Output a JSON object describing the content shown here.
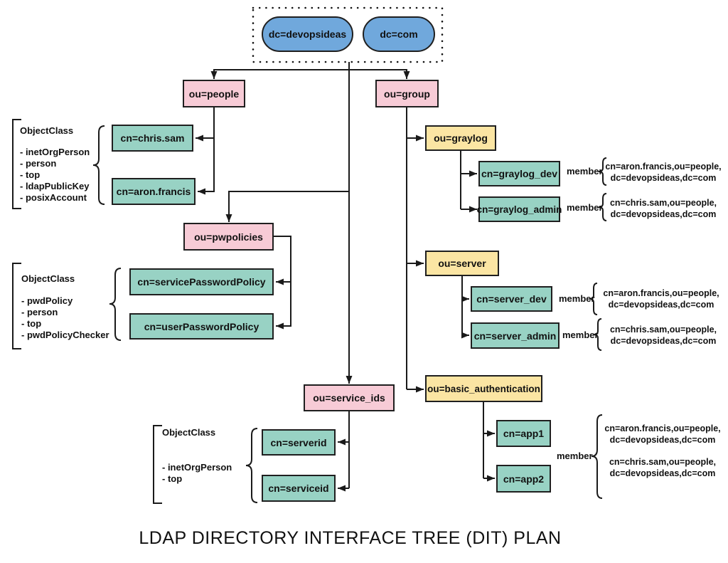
{
  "diagram": {
    "title": "LDAP DIRECTORY INTERFACE TREE (DIT) PLAN"
  },
  "nodes": {
    "dc_devopsideas": "dc=devopsideas",
    "dc_com": "dc=com",
    "ou_people": "ou=people",
    "ou_group": "ou=group",
    "ou_pwpolicies": "ou=pwpolicies",
    "ou_service_ids": "ou=service_ids",
    "ou_graylog": "ou=graylog",
    "ou_server": "ou=server",
    "ou_basic_authentication": "ou=basic_authentication",
    "cn_chris_sam": "cn=chris.sam",
    "cn_aron_francis": "cn=aron.francis",
    "cn_servicePasswordPolicy": "cn=servicePasswordPolicy",
    "cn_userPasswordPolicy": "cn=userPasswordPolicy",
    "cn_serverid": "cn=serverid",
    "cn_serviceid": "cn=serviceid",
    "cn_graylog_dev": "cn=graylog_dev",
    "cn_graylog_admin": "cn=graylog_admin",
    "cn_server_dev": "cn=server_dev",
    "cn_server_admin": "cn=server_admin",
    "cn_app1": "cn=app1",
    "cn_app2": "cn=app2"
  },
  "objectclass_groups": [
    {
      "title": "ObjectClass",
      "items": [
        "- inetOrgPerson",
        "- person",
        "- top",
        "- ldapPublicKey",
        "- posixAccount"
      ]
    },
    {
      "title": "ObjectClass",
      "items": [
        "- pwdPolicy",
        "- person",
        "- top",
        "- pwdPolicyChecker"
      ]
    },
    {
      "title": "ObjectClass",
      "items": [
        "- inetOrgPerson",
        "- top"
      ]
    }
  ],
  "member_annotations": [
    {
      "label": "member",
      "lines": [
        "cn=aron.francis,ou=people,",
        "dc=devopsideas,dc=com"
      ]
    },
    {
      "label": "member",
      "lines": [
        "cn=chris.sam,ou=people,",
        "dc=devopsideas,dc=com"
      ]
    },
    {
      "label": "member",
      "lines": [
        "cn=aron.francis,ou=people,",
        "dc=devopsideas,dc=com"
      ]
    },
    {
      "label": "member",
      "lines": [
        "cn=chris.sam,ou=people,",
        "dc=devopsideas,dc=com"
      ]
    },
    {
      "label": "member",
      "lines": [
        "cn=aron.francis,ou=people,",
        "dc=devopsideas,dc=com",
        "cn=chris.sam,ou=people,",
        "dc=devopsideas,dc=com"
      ]
    }
  ],
  "colors": {
    "blue": "#70A8DC",
    "pink": "#F7CBD6",
    "yellow": "#FBE5A3",
    "teal": "#98D2C4",
    "line": "#1a1a1a"
  }
}
